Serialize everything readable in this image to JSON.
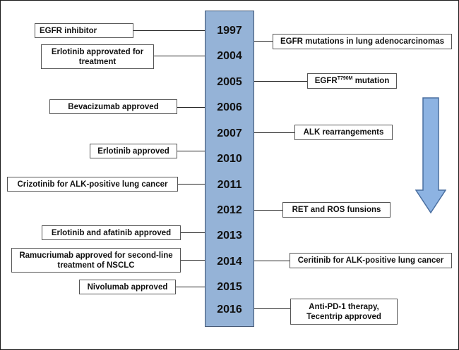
{
  "years": [
    "1997",
    "2004",
    "2005",
    "2006",
    "2007",
    "2010",
    "2011",
    "2012",
    "2013",
    "2014",
    "2015",
    "2016"
  ],
  "left_events": {
    "e1997": "EGFR inhibitor",
    "e2004_line1": "Erlotinib approvated for",
    "e2004_line2": "treatment",
    "e2006": "Bevacizumab approved",
    "e2010": "Erlotinib approved",
    "e2011": "Crizotinib for ALK-positive lung cancer",
    "e2013": "Erlotinib and afatinib approved",
    "e2014_line1": "Ramucriumab approved for second-line",
    "e2014_line2": "treatment of NSCLC",
    "e2015": "Nivolumab approved"
  },
  "right_events": {
    "e1997": "EGFR mutations in  lung adenocarcinomas",
    "e2005_base": "EGFR",
    "e2005_sup": "T790M",
    "e2005_rest": " mutation",
    "e2007": "ALK rearrangements",
    "e2012": "RET and ROS funsions",
    "e2014": "Ceritinib for ALK-positive lung cancer",
    "e2016_line1": "Anti-PD-1 therapy,",
    "e2016_line2": "Tecentrip approved"
  },
  "colors": {
    "timeline_fill": "#95b3d7",
    "arrow_fill": "#8db3e2",
    "arrow_stroke": "#4a6fa0"
  }
}
